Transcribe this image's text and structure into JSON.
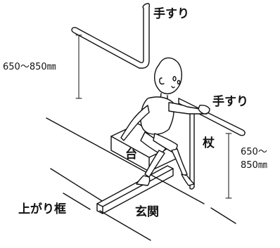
{
  "labels": {
    "handrail_top": "手すり",
    "handrail_right": "手すり",
    "height_left": "650～850㎜",
    "height_right_line1": "650～",
    "height_right_line2": "850㎜",
    "stand": "台",
    "cane": "杖",
    "agari_kamachi": "上がり框",
    "genkan": "玄関"
  },
  "colors": {
    "line": "#111111",
    "background": "#ffffff"
  }
}
